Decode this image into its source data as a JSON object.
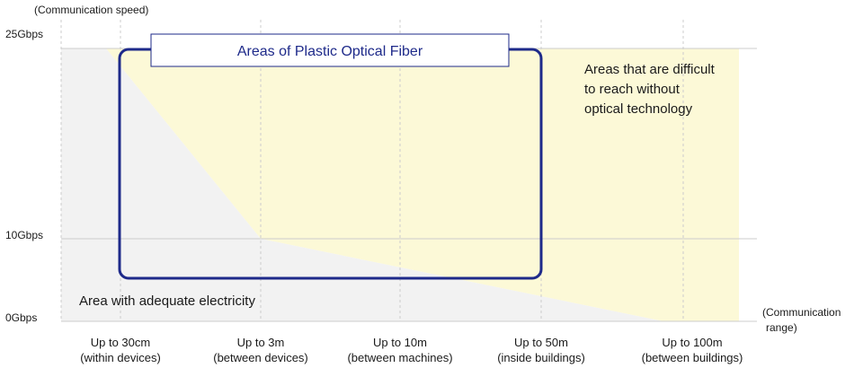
{
  "axes": {
    "y_title": "(Communication speed)",
    "x_title_line1": "(Communication",
    "x_title_line2": "range)",
    "y_ticks": [
      "25Gbps",
      "10Gbps",
      "0Gbps"
    ],
    "x_ticks": [
      {
        "line1": "Up to 30cm",
        "line2": "(within devices)"
      },
      {
        "line1": "Up to 3m",
        "line2": "(between devices)"
      },
      {
        "line1": "Up to 10m",
        "line2": "(between machines)"
      },
      {
        "line1": "Up to 50m",
        "line2": "(inside buildings)"
      },
      {
        "line1": "Up to 100m",
        "line2": "(between buildings)"
      }
    ]
  },
  "labels": {
    "pof_area": "Areas of Plastic Optical Fiber",
    "optical_line1": "Areas that are difficult",
    "optical_line2": "to reach without",
    "optical_line3": "optical technology",
    "electric_area": "Area with adequate electricity"
  },
  "colors": {
    "optical_region": "#fcf9d7",
    "electric_region": "#f2f2f2",
    "pof_border": "#1e2a8a",
    "grid": "#cccccc"
  }
}
